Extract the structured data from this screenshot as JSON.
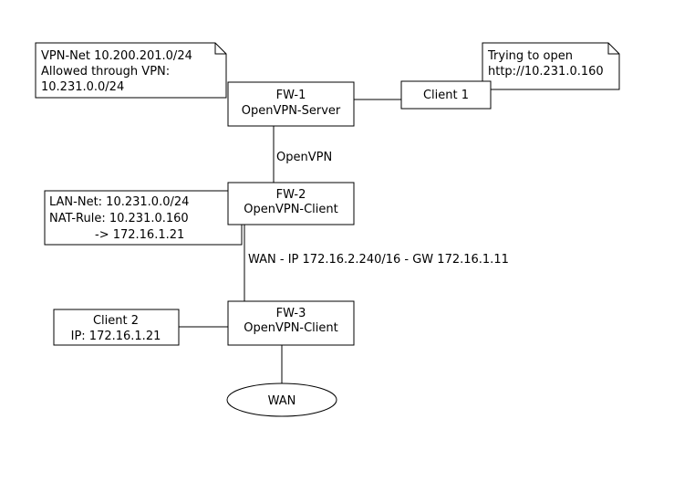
{
  "nodes": {
    "fw1": {
      "line1": "FW-1",
      "line2": "OpenVPN-Server"
    },
    "fw2": {
      "line1": "FW-2",
      "line2": "OpenVPN-Client"
    },
    "fw3": {
      "line1": "FW-3",
      "line2": "OpenVPN-Client"
    },
    "client1": {
      "label": "Client 1"
    },
    "client2": {
      "line1": "Client 2",
      "line2": "IP: 172.16.1.21"
    },
    "wan": {
      "label": "WAN"
    }
  },
  "edges": {
    "fw1_fw2": "OpenVPN",
    "fw2_fw3": "WAN - IP 172.16.2.240/16 - GW 172.16.1.11"
  },
  "notes": {
    "vpn_net": [
      "VPN-Net 10.200.201.0/24",
      "Allowed through VPN:",
      "10.231.0.0/24"
    ],
    "trying": [
      "Trying to open",
      "http://10.231.0.160"
    ],
    "lan_net": [
      "LAN-Net: 10.231.0.0/24",
      "NAT-Rule: 10.231.0.160",
      "-> 172.16.1.21"
    ]
  }
}
